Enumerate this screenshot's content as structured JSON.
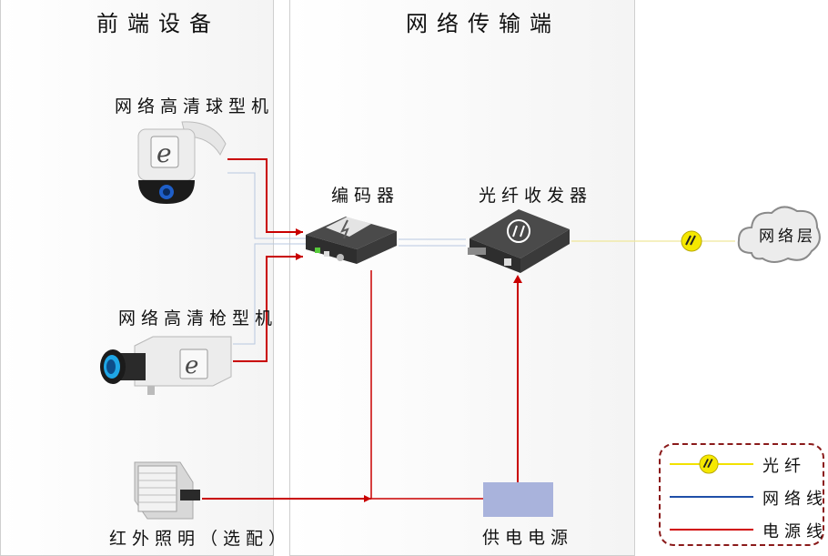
{
  "zones": {
    "left_title": "前端设备",
    "right_title": "网络传输端"
  },
  "devices": {
    "ptz_camera": "网络高清球型机",
    "box_camera": "网络高清枪型机",
    "illuminator": "红外照明（选配）",
    "encoder": "编码器",
    "transceiver": "光纤收发器",
    "power": "供电电源",
    "network": "网络层"
  },
  "legend": {
    "items": [
      {
        "label": "光纤",
        "color": "#f2e200"
      },
      {
        "label": "网络线",
        "color": "#1f4fa8"
      },
      {
        "label": "电源线",
        "color": "#d10000"
      }
    ]
  },
  "colors": {
    "power_line": "#c90000",
    "network_line": "#9db3d8",
    "fiber_line": "#e8e000",
    "power_box": "#a9b3dc",
    "legend_border": "#8a1a1a"
  }
}
